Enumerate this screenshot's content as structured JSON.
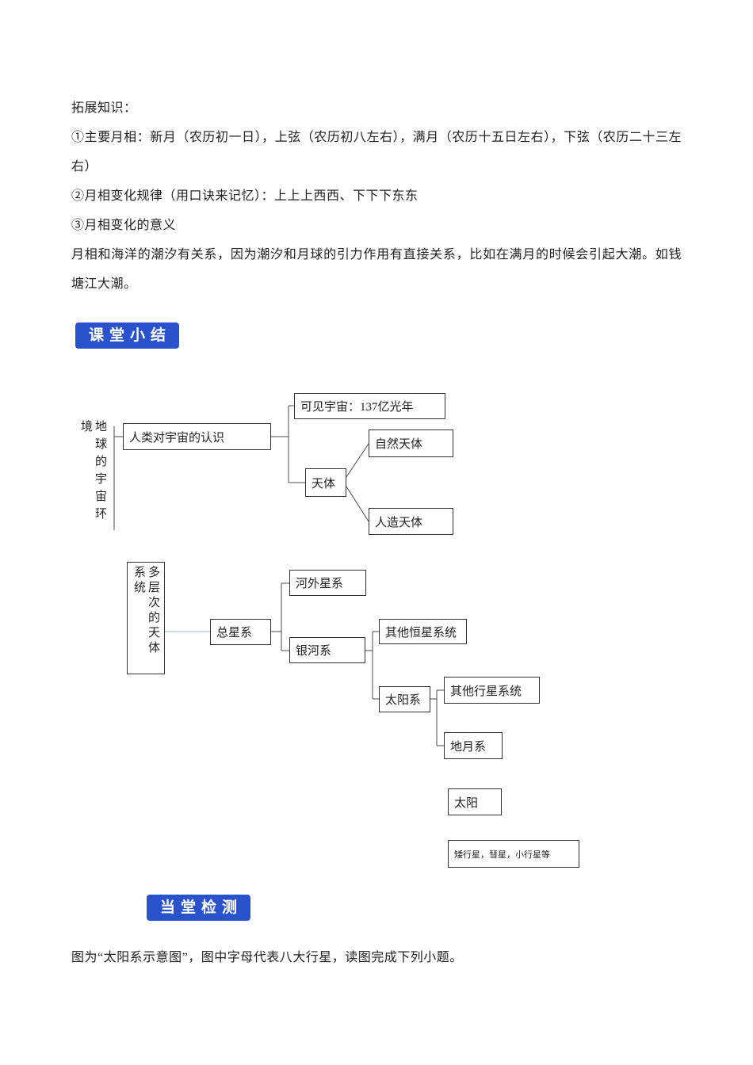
{
  "page": {
    "knowledge_title": "拓展知识：",
    "knowledge_item1": "①主要月相：新月（农历初一日），上弦（农历初八左右），满月（农历十五日左右），下弦（农历二十三左右）",
    "knowledge_item2": "②月相变化规律（用口诀来记忆）：上上上西西、下下下东东",
    "knowledge_item3": "③月相变化的意义",
    "knowledge_paragraph": "月相和海洋的潮汐有关系，因为潮汐和月球的引力作用有直接关系，比如在满月的时候会引起大潮。如钱塘江大潮。",
    "summary_badge": "课堂小结",
    "quiz_badge": "当堂检测",
    "footer_text": "图为“太阳系示意图”，图中字母代表八大行星，读图完成下列小题。"
  },
  "diagram": {
    "root": "地球的宇宙环境",
    "human_cognition": "人类对宇宙的认识",
    "visible_universe": "可见宇宙：137亿光年",
    "celestial_body": "天体",
    "natural_body": "自然天体",
    "artificial_body": "人造天体",
    "system_levels": "多层次的天体系统",
    "total_galaxy": "总星系",
    "extragalactic": "河外星系",
    "milky_way": "银河系",
    "other_star_systems": "其他恒星系统",
    "solar_system": "太阳系",
    "other_planet_systems": "其他行星系统",
    "earth_moon_system": "地月系",
    "sun": "太阳",
    "minor_bodies": "矮行星，彗星，小行星等"
  },
  "colors": {
    "badge_blue": "#2952cc",
    "connector": "#4a4a4a",
    "connector_light": "#9db8d8"
  }
}
